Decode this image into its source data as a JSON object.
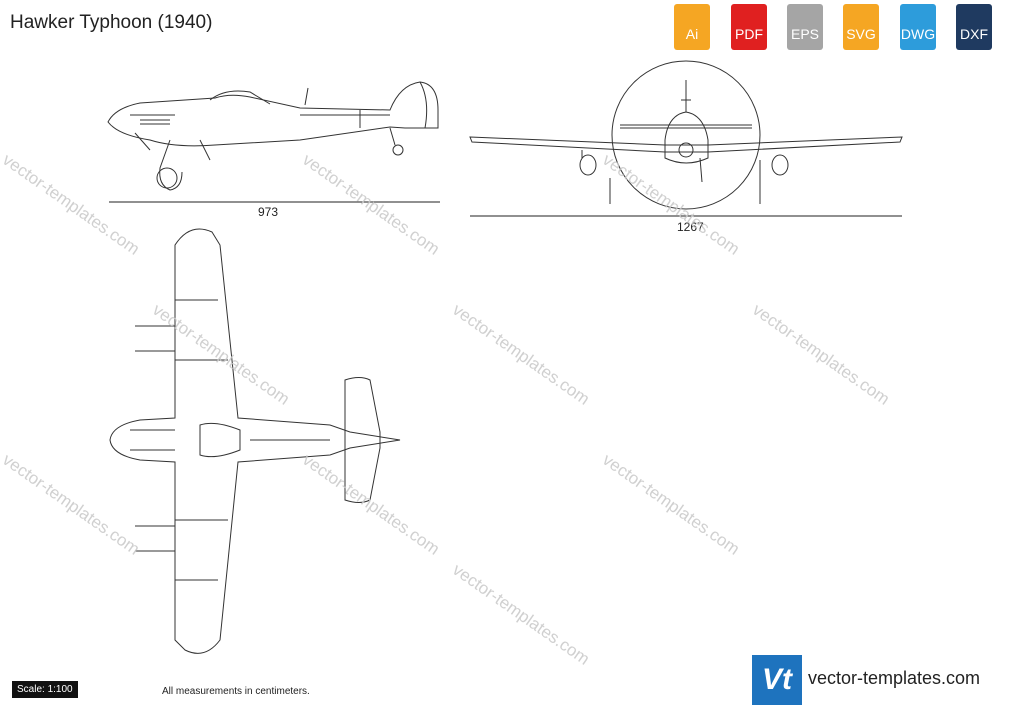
{
  "title": "Hawker Typhoon (1940)",
  "formats": [
    {
      "label": "Ai",
      "color": "#f5a623"
    },
    {
      "label": "PDF",
      "color": "#e02020"
    },
    {
      "label": "EPS",
      "color": "#9b9b9b"
    },
    {
      "label": "SVG",
      "color": "#f5a623"
    },
    {
      "label": "DWG",
      "color": "#2d9cdb"
    },
    {
      "label": "DXF",
      "color": "#1f3a60"
    }
  ],
  "dimensions": {
    "side_length": "973",
    "front_span": "1267"
  },
  "footer": {
    "scale": "Scale: 1:100",
    "note": "All measurements in centimeters.",
    "logo_text": "Vt",
    "site": "vector-templates.com"
  },
  "watermark": "vector-templates.com"
}
